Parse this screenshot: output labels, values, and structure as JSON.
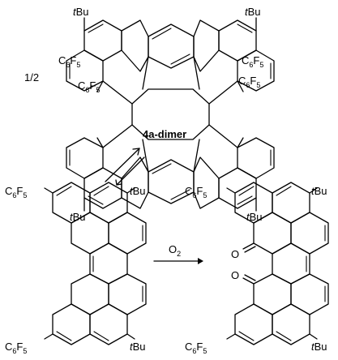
{
  "labels": {
    "fraction": "1/2",
    "dimer_name": "4a-dimer",
    "reagent": "O2",
    "tbu": "tBu",
    "c6f5": "C6F5",
    "oxygen": "O"
  },
  "colors": {
    "ink": "#000000",
    "background": "#ffffff"
  }
}
